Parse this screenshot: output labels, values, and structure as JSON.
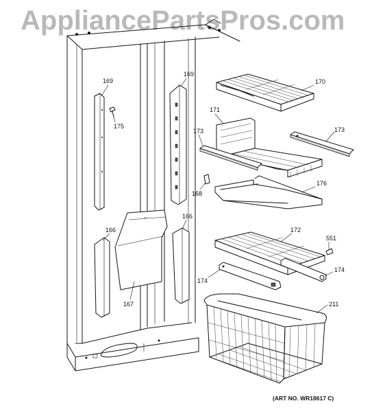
{
  "watermark": "AppliancePartsPros.com",
  "art_number": "(ART NO. WR18617 C)",
  "callouts": [
    {
      "id": "169-left",
      "label": "169"
    },
    {
      "id": "169-right",
      "label": "169"
    },
    {
      "id": "175",
      "label": "175"
    },
    {
      "id": "170",
      "label": "170"
    },
    {
      "id": "171",
      "label": "171"
    },
    {
      "id": "173-left",
      "label": "173"
    },
    {
      "id": "173-right",
      "label": "173"
    },
    {
      "id": "168",
      "label": "168"
    },
    {
      "id": "176",
      "label": "176"
    },
    {
      "id": "166-left",
      "label": "166"
    },
    {
      "id": "166-right",
      "label": "166"
    },
    {
      "id": "167",
      "label": "167"
    },
    {
      "id": "172",
      "label": "172"
    },
    {
      "id": "551",
      "label": "551"
    },
    {
      "id": "174-left",
      "label": "174"
    },
    {
      "id": "174-right",
      "label": "174"
    },
    {
      "id": "211",
      "label": "211"
    }
  ]
}
